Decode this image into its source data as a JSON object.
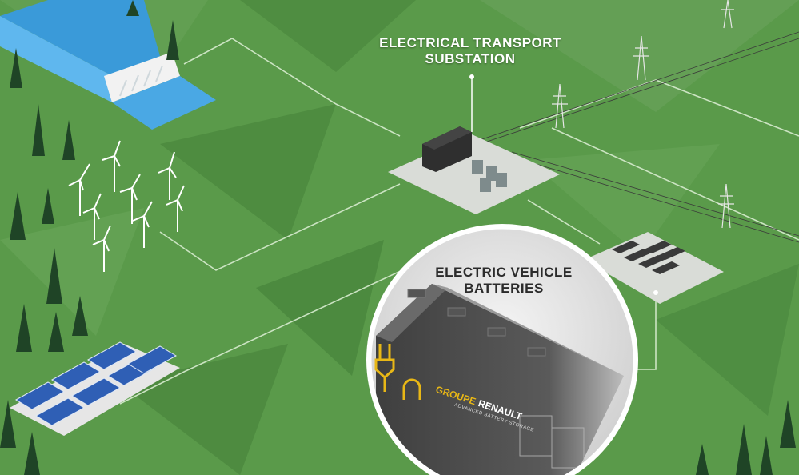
{
  "labels": {
    "substation_line1": "ELECTRICAL TRANSPORT",
    "substation_line2": "SUBSTATION",
    "batteries_line1": "ELECTRIC VEHICLE",
    "batteries_line2": "BATTERIES"
  },
  "container_branding": {
    "brand_primary": "GROUPE",
    "brand_secondary": "RENAULT",
    "brand_sub": "ADVANCED BATTERY STORAGE"
  },
  "colors": {
    "ground": "#5a9a4a",
    "water": "#3a9ad9",
    "path_line": "#d8ecd0",
    "label_text": "#ffffff",
    "brand_yellow": "#e8b716",
    "container": "#4a4a4a"
  },
  "icons": [
    "plug-icon",
    "magnet-icon",
    "wind-turbine-icon",
    "solar-panel-icon",
    "pylon-icon",
    "tree-icon"
  ]
}
